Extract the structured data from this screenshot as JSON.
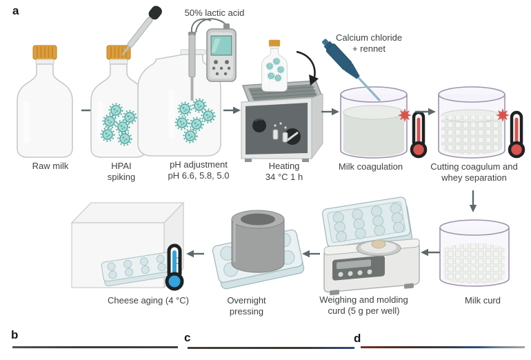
{
  "figure": {
    "panel_labels": {
      "a": "a",
      "b": "b",
      "c": "c",
      "d": "d"
    },
    "steps": {
      "raw_milk": "Raw milk",
      "hpai_spiking": "HPAI\nspiking",
      "ph_adjustment": "pH adjustment\npH 6.6, 5.8, 5.0",
      "heating": "Heating\n34 °C 1 h",
      "milk_coagulation": "Milk coagulation",
      "cutting_coagulum": "Cutting coagulum and\nwhey separation",
      "milk_curd": "Milk curd",
      "weighing_molding": "Weighing and molding\ncurd (5 g per well)",
      "overnight_pressing": "Overnight\npressing",
      "cheese_aging": "Cheese aging (4 °C)"
    },
    "annotations": {
      "lactic_acid": "50% lactic acid",
      "calcium_rennet": "Calcium chloride\n+ rennet"
    },
    "icons": {
      "virus-icon": "spiky teal virion particle",
      "thermometer-warm-icon": "red thermometer with heat burst",
      "thermometer-cold-icon": "blue thermometer",
      "arrow-right-icon": "gray process arrow",
      "arrow-left-icon": "gray process arrow",
      "arrow-down-icon": "gray process arrow",
      "curved-arrow-icon": "black arrow into water bath",
      "pipette-icon": "blue micropipette",
      "dropper-icon": "glass dropper with black bulb",
      "ph-meter-icon": "handheld pH meter"
    },
    "colors": {
      "cap_amber": "#DD9F3C",
      "virus_teal": "#A9DCD6",
      "virus_outline": "#4FA9A3",
      "arrow_gray": "#5E686B",
      "thermometer_red": "#D9534F",
      "thermometer_blue": "#35A3DC",
      "pipette_blue": "#2D5C7A",
      "vessel_outline": "#9D93AC",
      "chart_edge_dark": "#3F3B38",
      "chart_edge_blue": "#2C4E7F",
      "chart_edge_red": "#7A2F24"
    }
  }
}
